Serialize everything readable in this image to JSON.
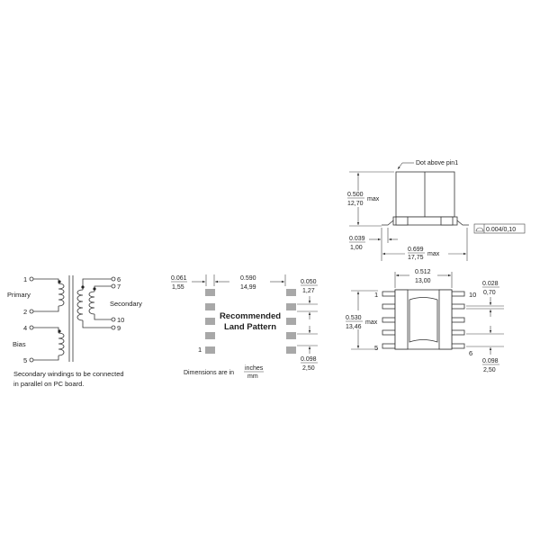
{
  "schematic": {
    "pins": {
      "p1": "1",
      "p2": "2",
      "p4": "4",
      "p5": "5",
      "p6": "6",
      "p7": "7",
      "p10": "10",
      "p9": "9"
    },
    "labels": {
      "primary": "Primary",
      "bias": "Bias",
      "secondary": "Secondary"
    },
    "note_line1": "Secondary windings to be connected",
    "note_line2": "in parallel on PC board."
  },
  "land_pattern": {
    "title_line1": "Recommended",
    "title_line2": "Land Pattern",
    "pin1": "1",
    "dim_pad_width": {
      "in": "0.061",
      "mm": "1,55"
    },
    "dim_span": {
      "in": "0.590",
      "mm": "14,99"
    },
    "dim_pad_height": {
      "in": "0.050",
      "mm": "1,27"
    },
    "dim_pitch": {
      "in": "0.098",
      "mm": "2,50"
    },
    "units_prefix": "Dimensions are in",
    "units_in": "inches",
    "units_mm": "mm"
  },
  "side_view": {
    "dot_note": "Dot above pin1",
    "dim_height": {
      "in": "0.500",
      "mm": "12,70",
      "suffix": "max"
    },
    "dim_lead": {
      "in": "0.039",
      "mm": "1,00"
    },
    "dim_width": {
      "in": "0.699",
      "mm": "17,75",
      "suffix": "max"
    },
    "flatness": "0.004/0,10"
  },
  "top_view": {
    "pins": {
      "p1": "1",
      "p5": "5",
      "p10": "10",
      "p6": "6"
    },
    "dim_body": {
      "in": "0.512",
      "mm": "13,00"
    },
    "dim_length": {
      "in": "0.530",
      "mm": "13,46",
      "suffix": "max"
    },
    "dim_lead_width": {
      "in": "0.028",
      "mm": "0,70"
    },
    "dim_pitch": {
      "in": "0.098",
      "mm": "2,50"
    }
  }
}
